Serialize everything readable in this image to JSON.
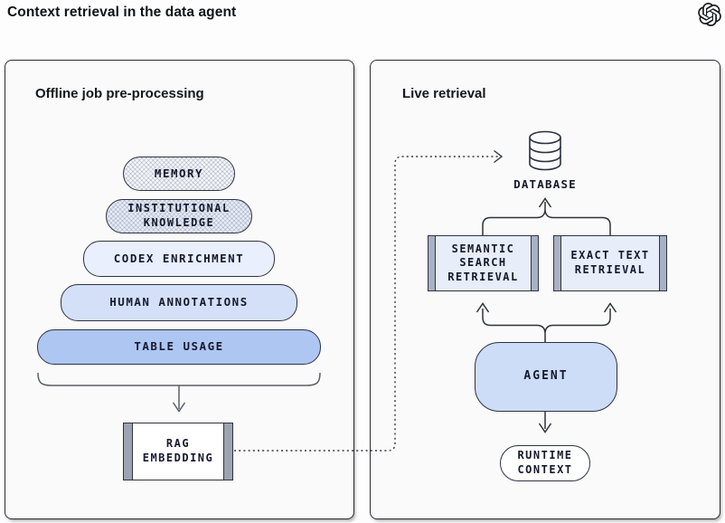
{
  "header": {
    "title": "Context retrieval in the data agent"
  },
  "offline_panel": {
    "title": "Offline job pre-processing",
    "pyramid": [
      {
        "label": "MEMORY",
        "fill": "#f6f7f9",
        "pattern": "crosshatch"
      },
      {
        "label": "INSTITUTIONAL\nKNOWLEDGE",
        "fill": "#e8ecf6",
        "pattern": "crosshatch"
      },
      {
        "label": "CODEX ENRICHMENT",
        "fill": "#e9effc",
        "pattern": "solid"
      },
      {
        "label": "HUMAN ANNOTATIONS",
        "fill": "#d3e0f8",
        "pattern": "solid"
      },
      {
        "label": "TABLE USAGE",
        "fill": "#aec6f2",
        "pattern": "solid"
      }
    ],
    "rag_embedding_label": "RAG\nEMBEDDING"
  },
  "live_panel": {
    "title": "Live retrieval",
    "database_label": "DATABASE",
    "semantic_search_label": "SEMANTIC\nSEARCH\nRETRIEVAL",
    "exact_text_label": "EXACT TEXT\nRETRIEVAL",
    "agent_label": "AGENT",
    "runtime_context_label": "RUNTIME\nCONTEXT"
  },
  "icons": {
    "openai_logo": "openai-logo",
    "database": "database-cylinder-icon"
  },
  "colors": {
    "retrieval_box_fill": "#e7edf9",
    "retrieval_box_strip": "#a9b1c6",
    "rag_box_fill": "#ffffff",
    "rag_box_strip": "#9da3b0",
    "agent_fill": "#cddcf7",
    "runtime_fill": "#ffffff",
    "node_border": "#2e3340",
    "connector_dark": "#2f3237",
    "connector_gray": "#5a5f66",
    "dotted_line": "#34373d",
    "label_text": "#16192e",
    "panel_bg": "#fafafa",
    "panel_border": "#2b2c31"
  }
}
